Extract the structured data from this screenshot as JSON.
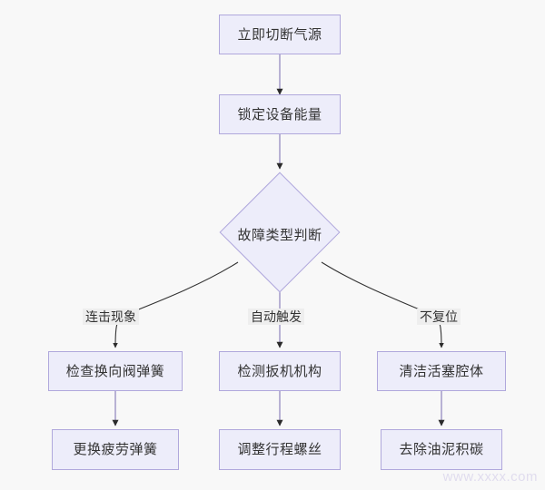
{
  "diagram": {
    "type": "flowchart",
    "direction": "top-down",
    "background_color": "#f8f8f8",
    "node_fill_color": "#ededfa",
    "node_border_color": "#b0a8dc",
    "node_text_color": "#333333",
    "edge_color": "#333333",
    "nodes": [
      {
        "id": "n1",
        "shape": "rectangle",
        "label": "立即切断气源"
      },
      {
        "id": "n2",
        "shape": "rectangle",
        "label": "锁定设备能量"
      },
      {
        "id": "n3",
        "shape": "diamond",
        "label": "故障类型判断"
      },
      {
        "id": "n4",
        "shape": "rectangle",
        "label": "检查换向阀弹簧"
      },
      {
        "id": "n5",
        "shape": "rectangle",
        "label": "检测扳机机构"
      },
      {
        "id": "n6",
        "shape": "rectangle",
        "label": "清洁活塞腔体"
      },
      {
        "id": "n7",
        "shape": "rectangle",
        "label": "更换疲劳弹簧"
      },
      {
        "id": "n8",
        "shape": "rectangle",
        "label": "调整行程螺丝"
      },
      {
        "id": "n9",
        "shape": "rectangle",
        "label": "去除油泥积碳"
      }
    ],
    "edges": [
      {
        "from": "n1",
        "to": "n2",
        "label": ""
      },
      {
        "from": "n2",
        "to": "n3",
        "label": ""
      },
      {
        "from": "n3",
        "to": "n4",
        "label": "连击现象"
      },
      {
        "from": "n3",
        "to": "n5",
        "label": "自动触发"
      },
      {
        "from": "n3",
        "to": "n6",
        "label": "不复位"
      },
      {
        "from": "n4",
        "to": "n7",
        "label": ""
      },
      {
        "from": "n5",
        "to": "n8",
        "label": ""
      },
      {
        "from": "n6",
        "to": "n9",
        "label": ""
      }
    ],
    "edge_labels": {
      "branch_left": "连击现象",
      "branch_middle": "自动触发",
      "branch_right": "不复位"
    }
  },
  "watermark": {
    "text": "www.xxxx.com"
  }
}
